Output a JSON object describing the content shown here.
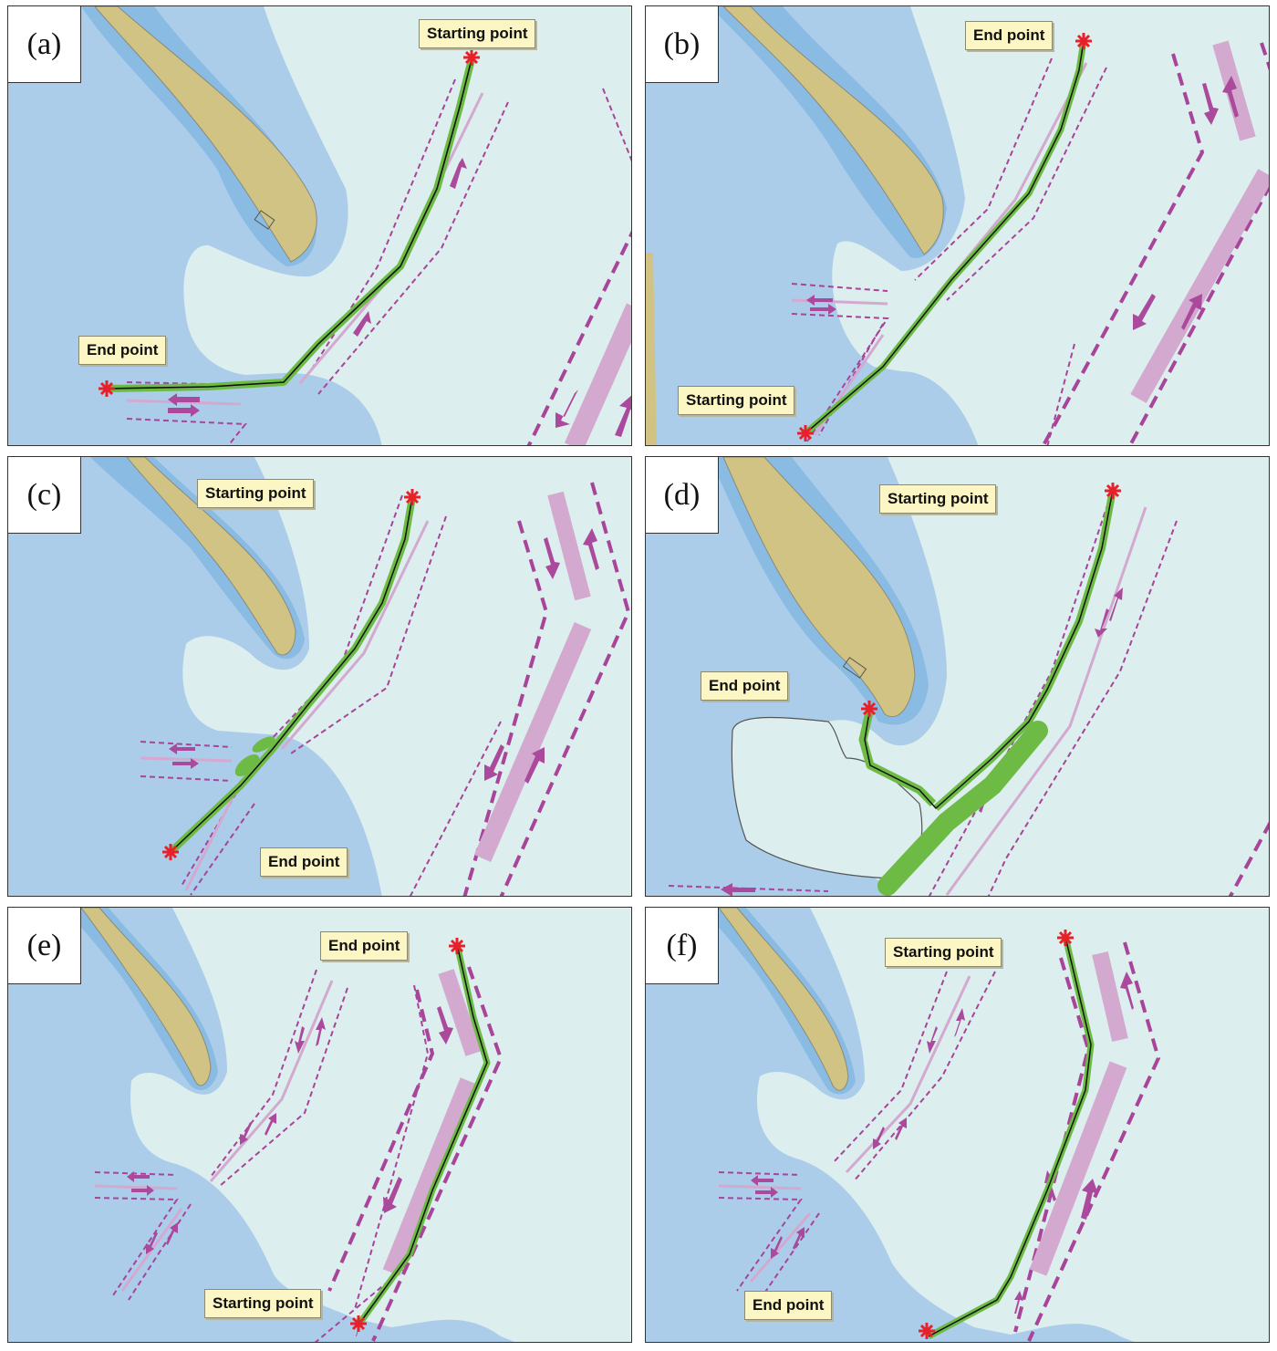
{
  "figure": {
    "panels": [
      {
        "id": "a",
        "label": "(a)",
        "callouts": [
          {
            "text": "Starting point",
            "role": "start"
          },
          {
            "text": "End point",
            "role": "end"
          }
        ]
      },
      {
        "id": "b",
        "label": "(b)",
        "callouts": [
          {
            "text": "End point",
            "role": "end"
          },
          {
            "text": "Starting point",
            "role": "start"
          }
        ]
      },
      {
        "id": "c",
        "label": "(c)",
        "callouts": [
          {
            "text": "Starting point",
            "role": "start"
          },
          {
            "text": "End point",
            "role": "end"
          }
        ]
      },
      {
        "id": "d",
        "label": "(d)",
        "callouts": [
          {
            "text": "Starting point",
            "role": "start"
          },
          {
            "text": "End point",
            "role": "end"
          }
        ]
      },
      {
        "id": "e",
        "label": "(e)",
        "callouts": [
          {
            "text": "End point",
            "role": "end"
          },
          {
            "text": "Starting point",
            "role": "start"
          }
        ]
      },
      {
        "id": "f",
        "label": "(f)",
        "callouts": [
          {
            "text": "Starting point",
            "role": "start"
          },
          {
            "text": "End point",
            "role": "end"
          }
        ]
      }
    ],
    "colors": {
      "deep_water": "#dceeed",
      "shallow_water": "#abcdea",
      "shoal": "#89bbe3",
      "land": "#d1c384",
      "traffic_lane_dash": "#a8449a",
      "separation_zone": "#d3a9d0",
      "traffic_arrow": "#ab4a9c",
      "track_buffer": "#6dbb45",
      "track_line": "#111111",
      "marker": "#e8202a",
      "callout_bg": "#fbf6c4"
    }
  }
}
